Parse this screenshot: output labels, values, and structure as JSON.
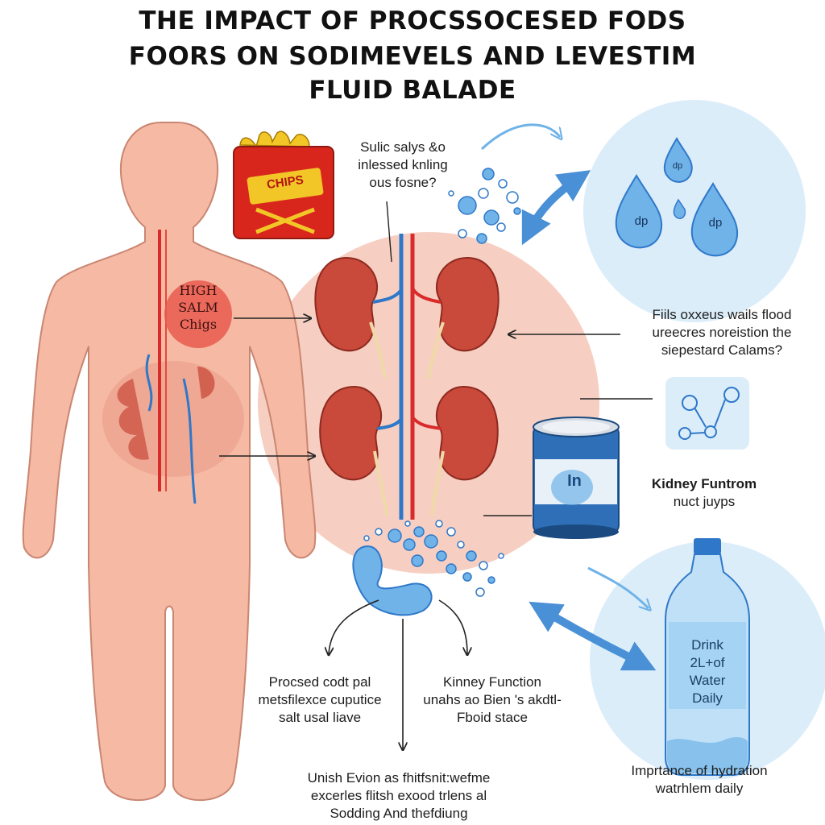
{
  "title": {
    "line1": "THE IMPACT OF PROCSSOCESED FODS",
    "line2": "FOORS ON SODIMEVELS AND LEVESTIM",
    "line3": "FLUID BALADE"
  },
  "body_marker": {
    "line1": "HIGH",
    "line2": "SALM",
    "line3": "Chigs"
  },
  "chips_bag_label": "CHIPS",
  "can_label": "In",
  "droplet_labels": [
    "dp",
    "dp",
    "dp"
  ],
  "labels": {
    "chips_question": [
      "Sulic salys &o",
      "inlessed knling",
      "ous fosne?"
    ],
    "excess_water": [
      "Fiils oxxeus wails flood",
      "ureecres noreistion the",
      "siepestard Calams?"
    ],
    "kidney_from": [
      "Kidney Funtrom",
      "nuct juyps"
    ],
    "processed_code": [
      "Procsed codt pal",
      "metsfilexce cuputice",
      "salt usal liave"
    ],
    "kidney_function": [
      "Kinney Function",
      "unahs ao Bien 's akdtl-",
      "Fboid stace"
    ],
    "unish_evion": [
      "Unish Evion as fhitfsnit:wefme",
      "excerles flitsh exood trlens al",
      "Sodding And thefdiung"
    ],
    "hydration": [
      "Imprtance of hydration",
      "watrhlem daily"
    ]
  },
  "bottle_label": {
    "line1": "Drink",
    "line2": "2L+of",
    "line3": "Water",
    "line4": "Daily"
  },
  "colors": {
    "skin": "#f6b9a3",
    "skin_outline": "#c98672",
    "kidney": "#c9493a",
    "artery": "#d92b2b",
    "vein": "#2f78c9",
    "pink_circle": "#f7cfc2",
    "blue_circle": "#dcedfa",
    "water": "#6fb3e8",
    "chips_red": "#d8261c",
    "chips_yellow": "#f3c628"
  }
}
